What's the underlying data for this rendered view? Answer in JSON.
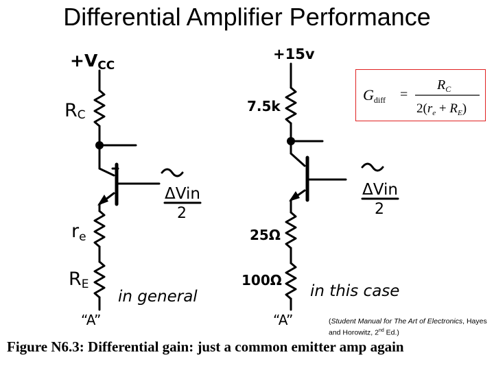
{
  "title": "Differential Amplifier Performance",
  "left_circuit": {
    "supply": "+V",
    "supply_sub": "CC",
    "collector_res": "R",
    "collector_res_sub": "C",
    "input_num": "ΔVin",
    "input_den": "2",
    "emitter_int": "r",
    "emitter_int_sub": "e",
    "emitter_res": "R",
    "emitter_res_sub": "E",
    "note": "in general",
    "node": "“A”"
  },
  "right_circuit": {
    "supply": "+15v",
    "collector_res": "7.5k",
    "input_num": "ΔVin",
    "input_den": "2",
    "emitter_int": "25Ω",
    "emitter_res": "100Ω",
    "note": "in this case",
    "node": "“A”"
  },
  "formula": {
    "lhs": "G",
    "lhs_sub": "diff",
    "equals": "=",
    "num": "R",
    "num_sub": "C",
    "den_pre": "2(",
    "den_r": "r",
    "den_r_sub": "e",
    "den_plus": " + ",
    "den_R": "R",
    "den_R_sub": "E",
    "den_post": ")"
  },
  "citation": {
    "open": "(",
    "book": "Student Manual for The Art of Electronics",
    "authors": ", Hayes and Horowitz, 2",
    "edition_sup": "nd",
    "edition_rest": " Ed.)"
  },
  "caption": {
    "figure": "Figure N6.3",
    "text": ": Differential gain: just a common emitter amp again"
  }
}
